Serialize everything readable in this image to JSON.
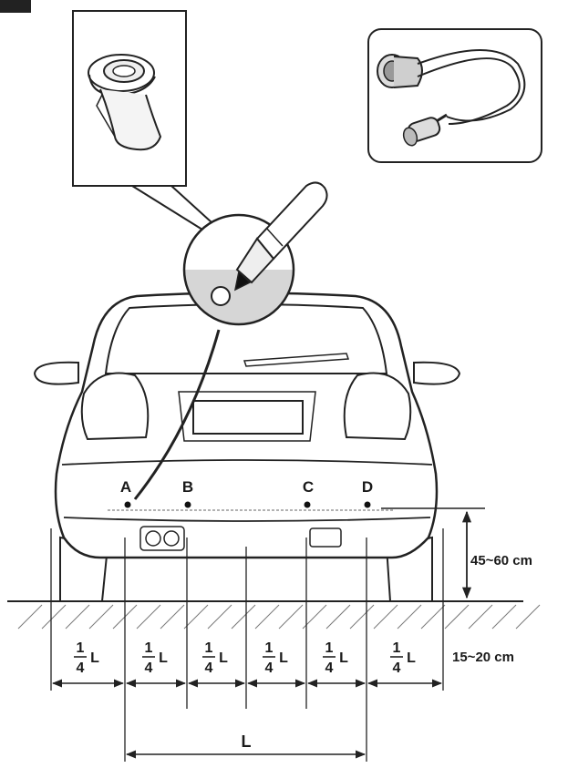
{
  "points": [
    "A",
    "B",
    "C",
    "D"
  ],
  "height_label": "45~60 cm",
  "edge_label": "15~20 cm",
  "segment_label": {
    "num": "1",
    "den": "4",
    "var": "L"
  },
  "total_label": "L",
  "icons": {
    "tape": "insulating-tape-roll",
    "sensor": "parking-sensor-with-cable",
    "marker": "marker-pen"
  }
}
